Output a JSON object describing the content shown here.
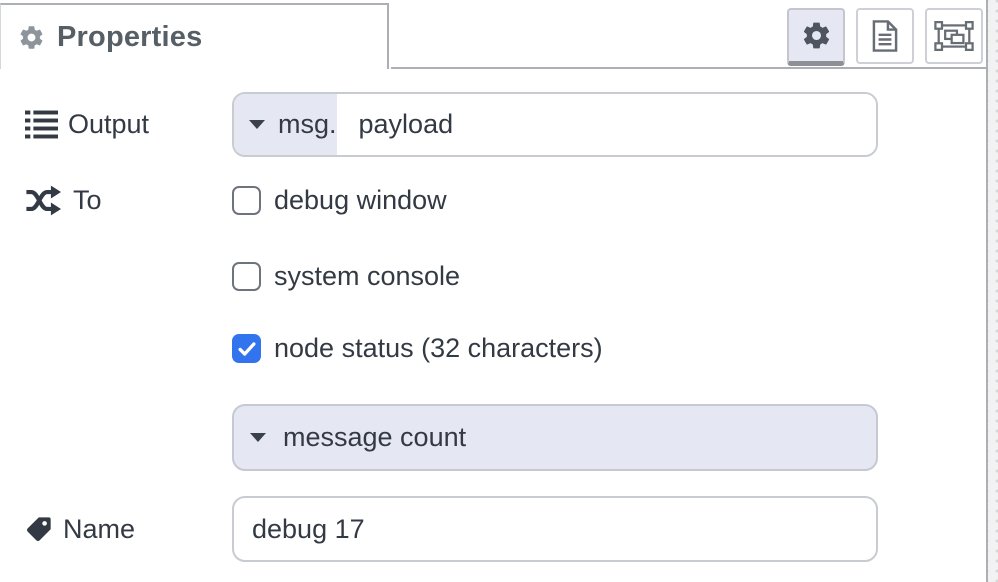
{
  "colors": {
    "accent_lavender": "#e5e7f3",
    "checkbox_checked": "#3174ee",
    "border_strong": "#adafb7",
    "input_border": "#c9cbd3",
    "text": "#333a44",
    "title_text": "#565e66",
    "tab_gear": "#8d949b"
  },
  "tab_bar": {
    "active_tab": {
      "label": "Properties",
      "icon": "gear-icon"
    },
    "buttons": [
      {
        "name": "properties",
        "icon": "gear-icon",
        "active": true
      },
      {
        "name": "description",
        "icon": "document-icon",
        "active": false
      },
      {
        "name": "appearance",
        "icon": "object-group-icon",
        "active": false
      }
    ]
  },
  "form": {
    "output": {
      "label": "Output",
      "icon": "list-icon",
      "typed_input": {
        "type": "msg.",
        "value": "payload",
        "caret_icon": "caret-down-icon"
      }
    },
    "to": {
      "label": "To",
      "icon": "shuffle-icon",
      "targets": [
        {
          "label": "debug window",
          "checked": false
        },
        {
          "label": "system console",
          "checked": false
        },
        {
          "label": "node status (32 characters)",
          "checked": true
        }
      ],
      "status_format": {
        "value": "message count",
        "caret_icon": "caret-down-icon"
      }
    },
    "name": {
      "label": "Name",
      "icon": "tag-icon",
      "value": "debug 17"
    }
  }
}
